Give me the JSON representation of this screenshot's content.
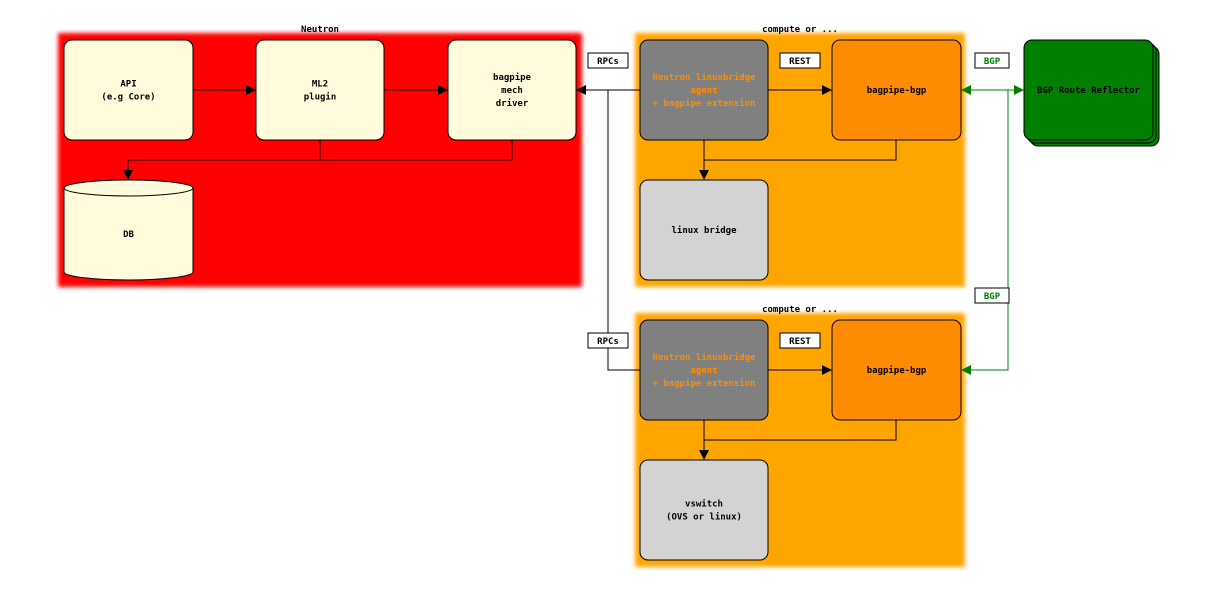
{
  "colors": {
    "neutron_group": "#ff0000",
    "compute_group": "#ffa500",
    "node_default": "#fffbdc",
    "agent_fill": "#808080",
    "agent_text": "#ff8c00",
    "bgp_fill": "#ff8c00",
    "bridge_fill": "#d3d3d3",
    "reflector_fill": "#008000",
    "bgp_edge": "#008000",
    "edge": "#000000"
  },
  "groups": {
    "neutron": {
      "label": "Neutron"
    },
    "compute1": {
      "label": "compute or ..."
    },
    "compute2": {
      "label": "compute or ..."
    }
  },
  "nodes": {
    "api": {
      "lines": [
        "API",
        "(e.g Core)"
      ]
    },
    "ml2": {
      "lines": [
        "ML2",
        "plugin"
      ]
    },
    "mech": {
      "lines": [
        "bagpipe",
        "mech",
        "driver"
      ]
    },
    "db": {
      "lines": [
        "DB"
      ]
    },
    "agent1": {
      "lines": [
        "Neutron linuxbridge",
        "agent",
        "+ bagpipe extension"
      ]
    },
    "bgp1": {
      "lines": [
        "bagpipe-bgp"
      ]
    },
    "bridge1": {
      "lines": [
        "linux bridge"
      ]
    },
    "agent2": {
      "lines": [
        "Neutron linuxbridge",
        "agent",
        "+ bagpipe extension"
      ]
    },
    "bgp2": {
      "lines": [
        "bagpipe-bgp"
      ]
    },
    "vswitch": {
      "lines": [
        "vswitch",
        "(OVS or linux)"
      ]
    },
    "reflector": {
      "lines": [
        "BGP Route Reflector"
      ]
    }
  },
  "edge_labels": {
    "rpcs1": "RPCs",
    "rest1": "REST",
    "bgp1": "BGP",
    "rpcs2": "RPCs",
    "rest2": "REST",
    "bgp2": "BGP"
  }
}
